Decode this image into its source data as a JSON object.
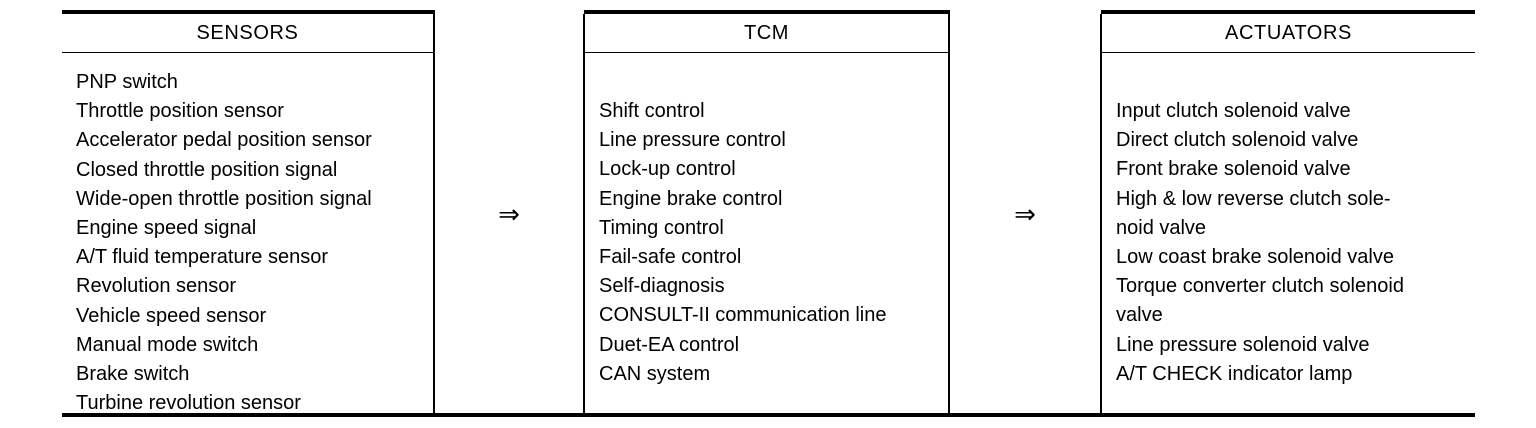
{
  "diagram": {
    "type": "block-flow",
    "columns": [
      {
        "key": "sensors",
        "title": "SENSORS",
        "items": [
          "PNP switch",
          "Throttle position sensor",
          "Accelerator pedal position sensor",
          "Closed throttle position signal",
          "Wide-open throttle position signal",
          "Engine speed signal",
          "A/T fluid temperature sensor",
          "Revolution sensor",
          "Vehicle speed sensor",
          "Manual mode switch",
          "Brake switch",
          "Turbine revolution sensor"
        ]
      },
      {
        "key": "tcm",
        "title": "TCM",
        "items": [
          "Shift control",
          "Line pressure control",
          "Lock-up control",
          "Engine brake control",
          "Timing control",
          "Fail-safe control",
          "Self-diagnosis",
          "CONSULT-II communication line",
          "Duet-EA control",
          "CAN system"
        ]
      },
      {
        "key": "actuators",
        "title": "ACTUATORS",
        "items": [
          "Input clutch solenoid valve",
          "Direct clutch solenoid valve",
          "Front brake solenoid valve",
          "High & low reverse clutch sole-\nnoid valve",
          "Low coast brake solenoid valve",
          "Torque converter clutch solenoid\nvalve",
          "Line pressure solenoid valve",
          "A/T CHECK indicator lamp"
        ]
      }
    ],
    "connectors": [
      {
        "key": "sensors-to-tcm",
        "glyph": "⇒"
      },
      {
        "key": "tcm-to-actuators",
        "glyph": "⇒"
      }
    ],
    "colors": {
      "ink": "#000000",
      "background": "#ffffff"
    }
  }
}
